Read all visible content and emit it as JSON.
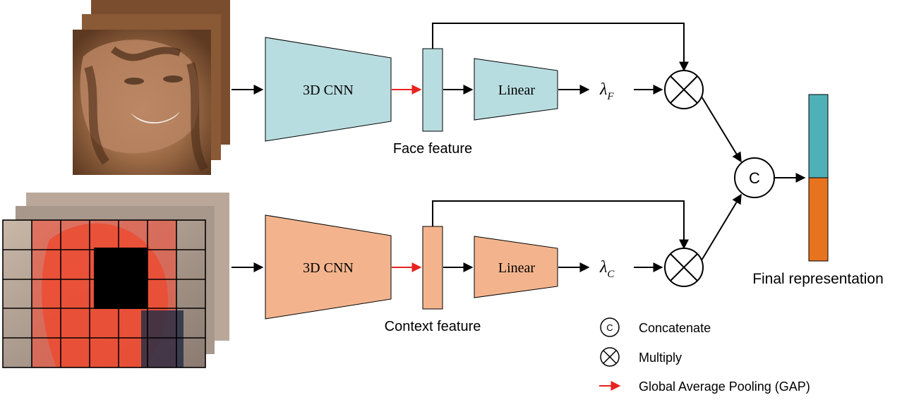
{
  "branches": {
    "face": {
      "encoder_label": "3D CNN",
      "linear_label": "Linear",
      "feature_label": "Face feature",
      "weight_symbol": "λ",
      "weight_subscript": "F"
    },
    "context": {
      "encoder_label": "3D CNN",
      "linear_label": "Linear",
      "feature_label": "Context feature",
      "weight_symbol": "λ",
      "weight_subscript": "C"
    }
  },
  "concat_symbol": "C",
  "final_label": "Final representation",
  "legend": {
    "concat_symbol": "C",
    "concat_label": "Concatenate",
    "multiply_label": "Multiply",
    "gap_label": "Global Average Pooling (GAP)"
  },
  "colors": {
    "face_fill": "#b8dde0",
    "context_fill": "#f3b48d",
    "final_top": "#4fb0b8",
    "final_bottom": "#e8731f",
    "gap_arrow": "#e8231f",
    "stroke": "#000000"
  }
}
